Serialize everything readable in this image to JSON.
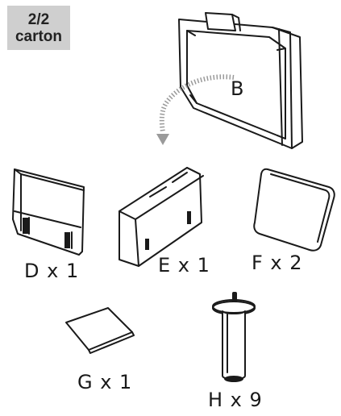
{
  "badge": {
    "line1": "2/2",
    "line2": "carton"
  },
  "parts": {
    "b": {
      "label": "B"
    },
    "d": {
      "label": "D x 1"
    },
    "e": {
      "label": "E x 1"
    },
    "f": {
      "label": "F x 2"
    },
    "g": {
      "label": "G x 1"
    },
    "h": {
      "label": "H x 9"
    }
  }
}
